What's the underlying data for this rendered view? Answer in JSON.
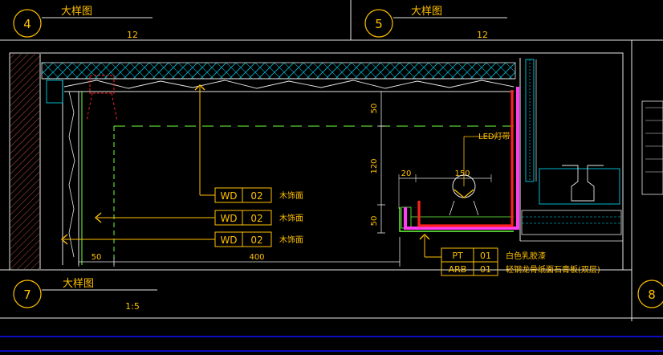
{
  "panels": {
    "top_left": {
      "number": "4",
      "title": "大样图",
      "scale": "12"
    },
    "top_right": {
      "number": "5",
      "title": "大样图",
      "scale": "12"
    },
    "bottom_left": {
      "number": "7",
      "title": "大样图",
      "scale": "1:5"
    },
    "bottom_right": {
      "number": "8"
    }
  },
  "dimensions": {
    "vertical": [
      "50",
      "120",
      "50"
    ],
    "horizontal_bottom": [
      "50",
      "400"
    ],
    "top_small": [
      "20",
      "150"
    ]
  },
  "labels": {
    "led": "LED灯带"
  },
  "tags": [
    {
      "code": "WD",
      "num": "02",
      "desc": "木饰面"
    },
    {
      "code": "WD",
      "num": "02",
      "desc": "木饰面"
    },
    {
      "code": "WD",
      "num": "02",
      "desc": "木饰面"
    }
  ],
  "material_tags": [
    {
      "code": "PT",
      "num": "01",
      "desc": "白色乳胶漆"
    },
    {
      "code": "ARB",
      "num": "01",
      "desc": "轻钢龙骨纸面石膏板(双层)"
    }
  ],
  "colors": {
    "line": "#ffc000",
    "frame": "#e8e8e8",
    "green": "#70ff40",
    "cyan": "#00e5ff",
    "magenta": "#ff3cf0",
    "red": "#ff2020",
    "blue": "#1010ff"
  }
}
